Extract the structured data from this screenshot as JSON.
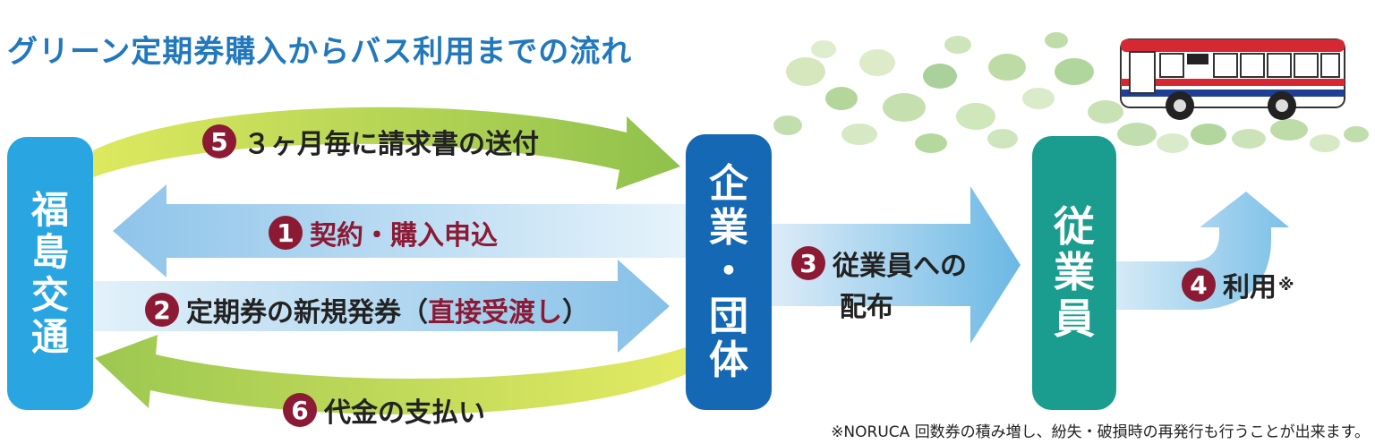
{
  "title": "グリーン定期券購入からバス利用までの流れ",
  "boxes": {
    "fukushima": [
      "福",
      "島",
      "交",
      "通"
    ],
    "company": [
      "企",
      "業",
      "・",
      "団",
      "体"
    ],
    "employee": [
      "従",
      "業",
      "員"
    ]
  },
  "steps": {
    "s1": {
      "num": "1",
      "text": "契約・購入申込"
    },
    "s2": {
      "num": "2",
      "text": "定期券の新規発券（",
      "highlight": "直接受渡し",
      "close": "）"
    },
    "s3": {
      "num": "3",
      "line1": "従業員への",
      "line2": "配布"
    },
    "s4": {
      "num": "4",
      "text": "利用",
      "mark": "※"
    },
    "s5": {
      "num": "5",
      "text": "３ヶ月毎に請求書の送付"
    },
    "s6": {
      "num": "6",
      "text": "代金の支払い"
    }
  },
  "footnote": "※NORUCA 回数券の積み増し、紛失・破損時の再発行も行うことが出来ます。",
  "colors": {
    "title": "#2178bd",
    "fukushima_box": "#29a6e2",
    "company_box": "#1468b4",
    "employee_box": "#1a9d8e",
    "step_number": "#8c1a34",
    "green_arrow": "#a8cf55",
    "blue_arrow": "#8fc8ec"
  }
}
